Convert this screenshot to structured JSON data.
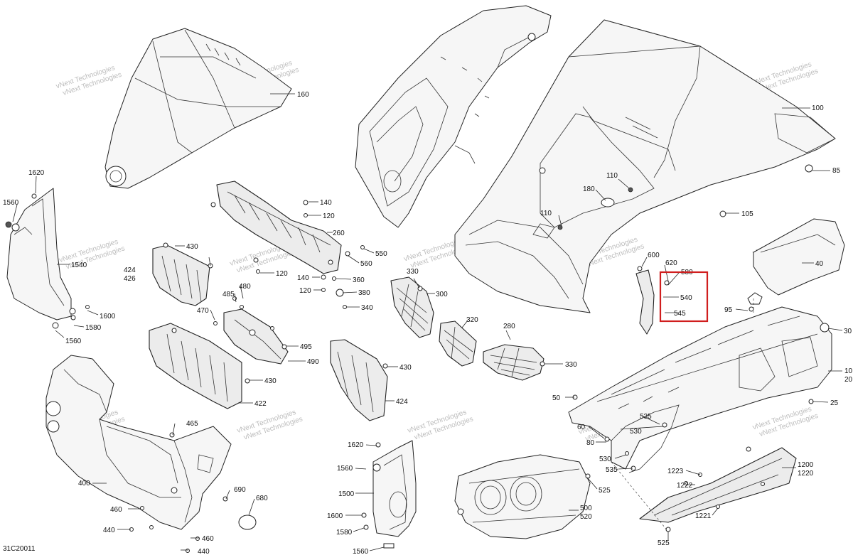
{
  "diagram_ref": "31C20011",
  "watermark_text": "vNext Technologies",
  "highlight_color": "#d01e1e",
  "callouts": {
    "c160": "160",
    "c100": "100",
    "c85": "85",
    "c110a": "110",
    "c110b": "110",
    "c180": "180",
    "c105": "105",
    "c1620a": "1620",
    "c1560a": "1560",
    "c1540": "1540",
    "c1600a": "1600",
    "c1580a": "1580",
    "c1560b": "1560",
    "c140a": "140",
    "c120a": "120",
    "c260": "260",
    "c550": "550",
    "c560": "560",
    "c120b": "120",
    "c140b": "140",
    "c360": "360",
    "c120c": "120",
    "c380": "380",
    "c340": "340",
    "c430a": "430",
    "c424a": "424",
    "c426": "426",
    "c480": "480",
    "c485": "485",
    "c470": "470",
    "c495": "495",
    "c490": "490",
    "c430b": "430",
    "c422": "422",
    "c330a": "330",
    "c300": "300",
    "c320": "320",
    "c280": "280",
    "c330b": "330",
    "c430c": "430",
    "c424b": "424",
    "c600": "600",
    "c620": "620",
    "c580": "580",
    "c540": "540",
    "c545": "545",
    "c40": "40",
    "c95": "95",
    "c30": "30",
    "c10": "10",
    "c20": "20",
    "c25": "25",
    "c50": "50",
    "c535a": "535",
    "c60": "60",
    "c530a": "530",
    "c80": "80",
    "c530b": "530",
    "c535b": "535",
    "c1223": "1223",
    "c1222": "1222",
    "c1200": "1200",
    "c1220": "1220",
    "c1221": "1221",
    "c525a": "525",
    "c525b": "525",
    "c500": "500",
    "c520": "520",
    "c1620b": "1620",
    "c1560c": "1560",
    "c1500": "1500",
    "c1600b": "1600",
    "c1580b": "1580",
    "c1560d": "1560",
    "c465": "465",
    "c400": "400",
    "c460a": "460",
    "c440a": "440",
    "c460b": "460",
    "c440b": "440",
    "c690": "690",
    "c680": "680"
  }
}
